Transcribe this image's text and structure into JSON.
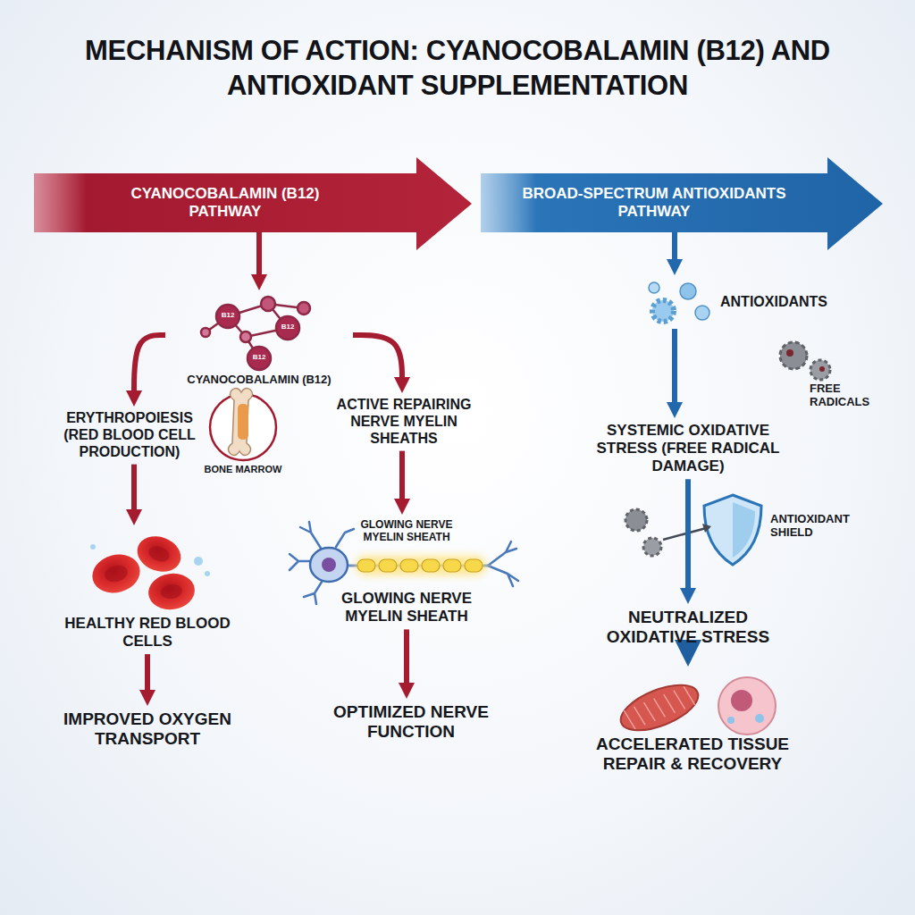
{
  "diagram": {
    "title": "MECHANISM OF ACTION: CYANOCOBALAMIN (B12) AND ANTIOXIDANT SUPPLEMENTATION",
    "nodes": [
      {
        "text": [
          "CYANOCOBALAMIN (B12) PATHWAY"
        ]
      },
      {
        "text": [
          "BROAD-SPECTRUM ANTIOXIDANTS PATHWAY"
        ]
      },
      {
        "text": [
          "CYANOCOBALAMIN (B12)"
        ]
      },
      {
        "text": [
          "ERYTHROPOIESIS (RED BLOOD CELL PRODUCTION)"
        ]
      },
      {
        "text": [
          "ACTIVE REPAIRING NERVE MYELIN SHEATHS"
        ]
      },
      {
        "text": [
          "HEALTHY RED BLOOD CELLS"
        ]
      },
      {
        "text": [
          "IMPROVED OXYGEN TRANSPORT"
        ]
      },
      {
        "text": [
          "GLOWING NERVE MYELIN SHEATH",
          "GLOWING NERVE MYELIN SHEATH"
        ]
      },
      {
        "text": [
          "OPTIMIZED NERVE FUNCTION"
        ]
      },
      {
        "text": [
          "ANTIOXIDANTS"
        ]
      },
      {
        "text": [
          "SYSTEMIC OXIDATIVE STRESS (FREE RADICAL DAMAGE)"
        ]
      },
      {
        "text": [
          "NEUTRALIZED OXIDATIVE STRESS"
        ]
      },
      {
        "text": [
          "ACCELERATED TISSUE REPAIR & RECOVERY"
        ]
      }
    ],
    "edges": [
      {
        "from": 0,
        "to": 2,
        "arrow": "to"
      },
      {
        "from": 2,
        "to": 3,
        "arrow": "to"
      },
      {
        "from": 2,
        "to": 4,
        "arrow": "to"
      },
      {
        "from": 3,
        "to": 5,
        "arrow": "to"
      },
      {
        "from": 5,
        "to": 6,
        "arrow": "to"
      },
      {
        "from": 4,
        "to": 7,
        "arrow": "to"
      },
      {
        "from": 7,
        "to": 8,
        "arrow": "to"
      },
      {
        "from": 1,
        "to": 9,
        "arrow": "to"
      },
      {
        "from": 9,
        "to": 10,
        "arrow": "to"
      },
      {
        "from": 10,
        "to": 11,
        "arrow": "to"
      },
      {
        "from": 11,
        "to": 12,
        "arrow": "to"
      }
    ],
    "labels": [
      "B12",
      "B12",
      "B12",
      "BONE MARROW",
      "FREE RADICALS",
      "ANTIOXIDANT SHIELD"
    ]
  }
}
